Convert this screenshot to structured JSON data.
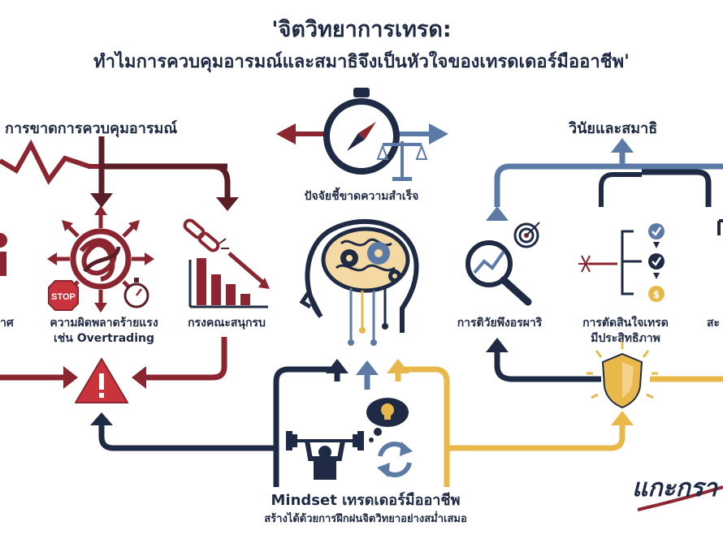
{
  "header": {
    "title_line1": "'จิตวิทยาการเทรด:",
    "title_line2": "ทำไมการควบคุมอารมณ์และสมาธิจึงเป็นหัวใจของเทรดเดอร์มืออาชีพ'"
  },
  "left_section": {
    "heading": "การขาดการควบคุมอารมณ์",
    "items": [
      {
        "label": "าศ"
      },
      {
        "label_line1": "ความผิดพลาดร้ายแรง",
        "label_line2": "เช่น Overtrading"
      },
      {
        "label": "กรงคณะสนุกรบ"
      }
    ],
    "stop_sign": "STOP"
  },
  "center_top": {
    "label": "ปัจจัยชี้ขาดความสำเร็จ"
  },
  "right_section": {
    "heading": "วินัยและสมาธิ",
    "items": [
      {
        "label": "การติวัยพึงอรผาริ"
      },
      {
        "label_line1": "การตัดสินใจเทรด",
        "label_line2": "มีประสิทธิภาพ"
      },
      {
        "label": "สะ"
      }
    ]
  },
  "mindset": {
    "title": "Mindset เทรดเดอร์มืออาชีพ",
    "subtitle": "สร้างได้ด้วยการฝึกฝนจิตวิทยาอย่างสม่ำเสมอ"
  },
  "signature": "แกะกรา",
  "colors": {
    "navy": "#1f2a44",
    "red": "#8b2630",
    "gold": "#e8b84b",
    "blue": "#5b7aa6"
  },
  "icons": [
    "compass-icon",
    "scale-icon",
    "brain-icon",
    "gears-icon",
    "tangled-knot-icon",
    "stop-sign-icon",
    "stopwatch-icon",
    "broken-chain-icon",
    "falling-bars-icon",
    "warning-triangle-icon",
    "magnifier-chart-icon",
    "target-icon",
    "checklist-icon",
    "shield-icon",
    "weightlifter-icon",
    "lightbulb-icon",
    "cycle-arrows-icon"
  ]
}
